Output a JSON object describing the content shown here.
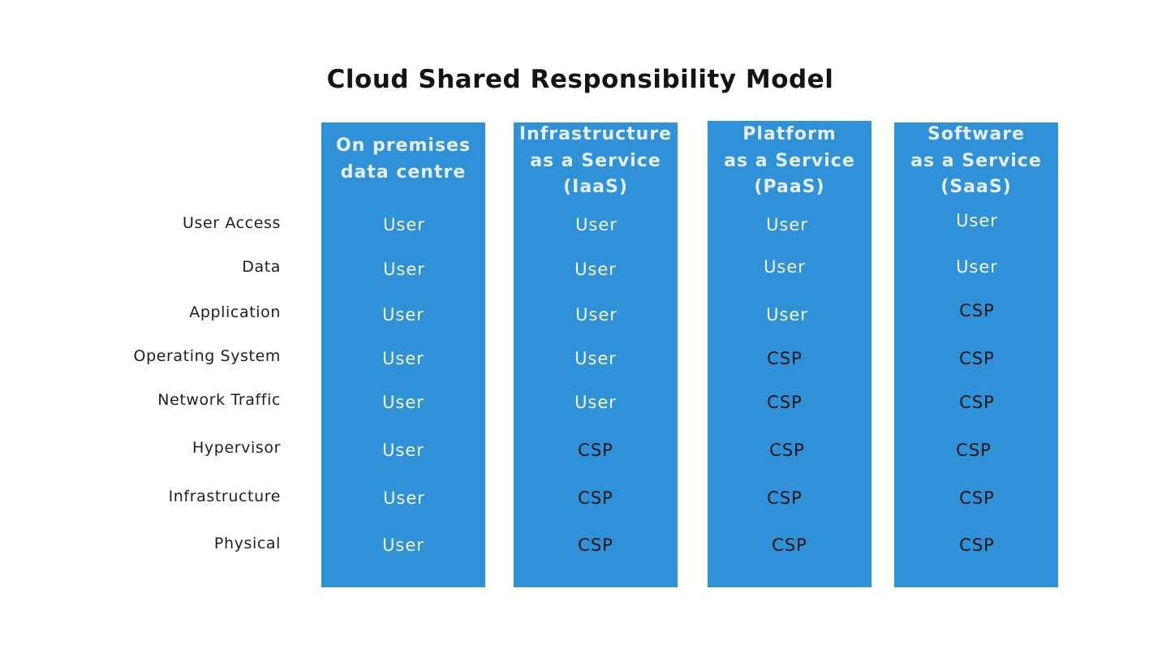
{
  "title": "Cloud Shared Responsibility Model",
  "row_labels": [
    "User Access",
    "Data",
    "Application",
    "Operating System",
    "Network Traffic",
    "Hypervisor",
    "Infrastructure",
    "Physical"
  ],
  "columns": [
    {
      "header_lines": [
        "On premises",
        "data centre"
      ],
      "cells": [
        "User",
        "User",
        "User",
        "User",
        "User",
        "User",
        "User",
        "User"
      ]
    },
    {
      "header_lines": [
        "Infrastructure",
        "as a Service",
        "(IaaS)"
      ],
      "cells": [
        "User",
        "User",
        "User",
        "User",
        "User",
        "CSP",
        "CSP",
        "CSP"
      ]
    },
    {
      "header_lines": [
        "Platform",
        "as a Service",
        "(PaaS)"
      ],
      "cells": [
        "User",
        "User",
        "User",
        "CSP",
        "CSP",
        "CSP",
        "CSP",
        "CSP"
      ]
    },
    {
      "header_lines": [
        "Software",
        "as a Service",
        "(SaaS)"
      ],
      "cells": [
        "User",
        "User",
        "CSP",
        "CSP",
        "CSP",
        "CSP",
        "CSP",
        "CSP"
      ]
    }
  ],
  "colors": {
    "column_fill": "#2f92d8",
    "user_text": "#f4f8fb",
    "csp_text": "#121212"
  }
}
